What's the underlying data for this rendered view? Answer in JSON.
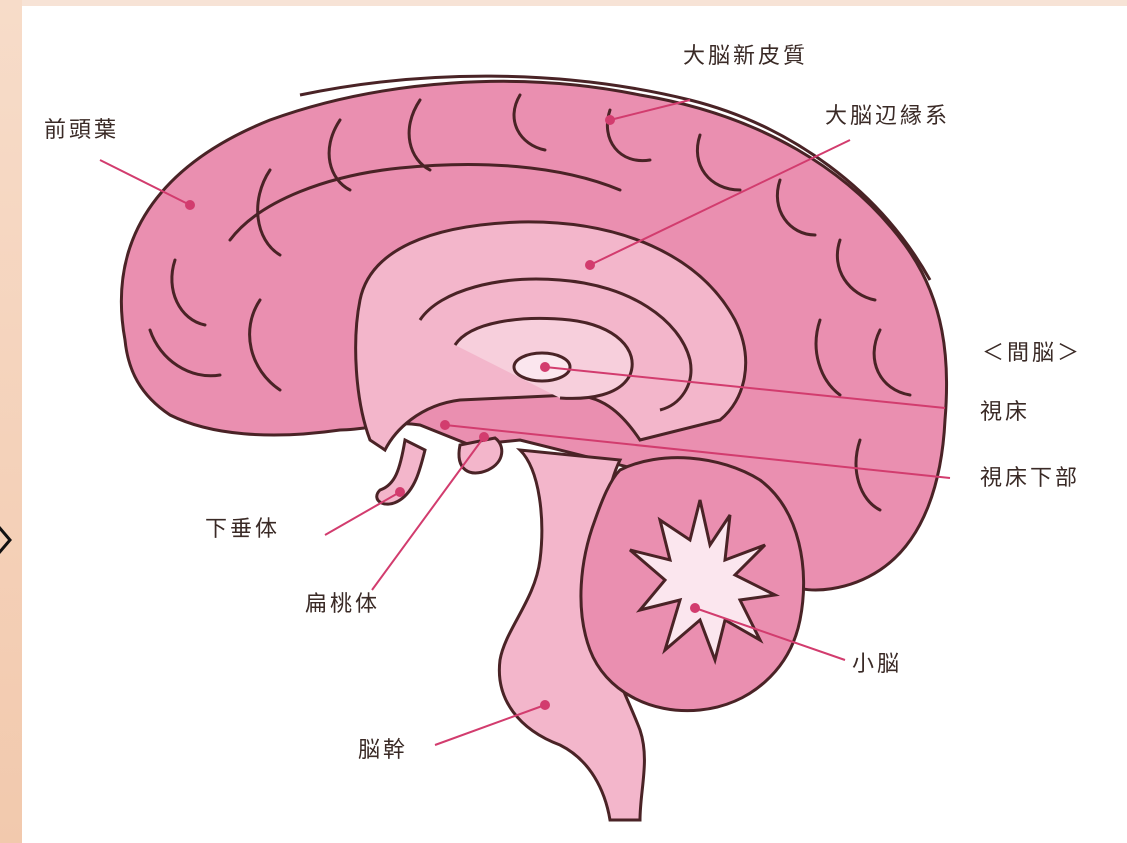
{
  "labels": {
    "frontal_lobe": "前頭葉",
    "neocortex": "大脳新皮質",
    "limbic_system": "大脳辺縁系",
    "diencephalon_header": "＜間脳＞",
    "thalamus": "視床",
    "hypothalamus": "視床下部",
    "pituitary": "下垂体",
    "amygdala": "扁桃体",
    "cerebellum": "小脳",
    "brainstem": "脳幹"
  },
  "colors": {
    "cortex": "#ea8fb0",
    "inner": "#f3b6cb",
    "light": "#f7cfdc",
    "white_matter": "#fbe6ee",
    "outline": "#4a2326",
    "leader": "#d23c6e",
    "side_band": "#f2c9ad"
  }
}
